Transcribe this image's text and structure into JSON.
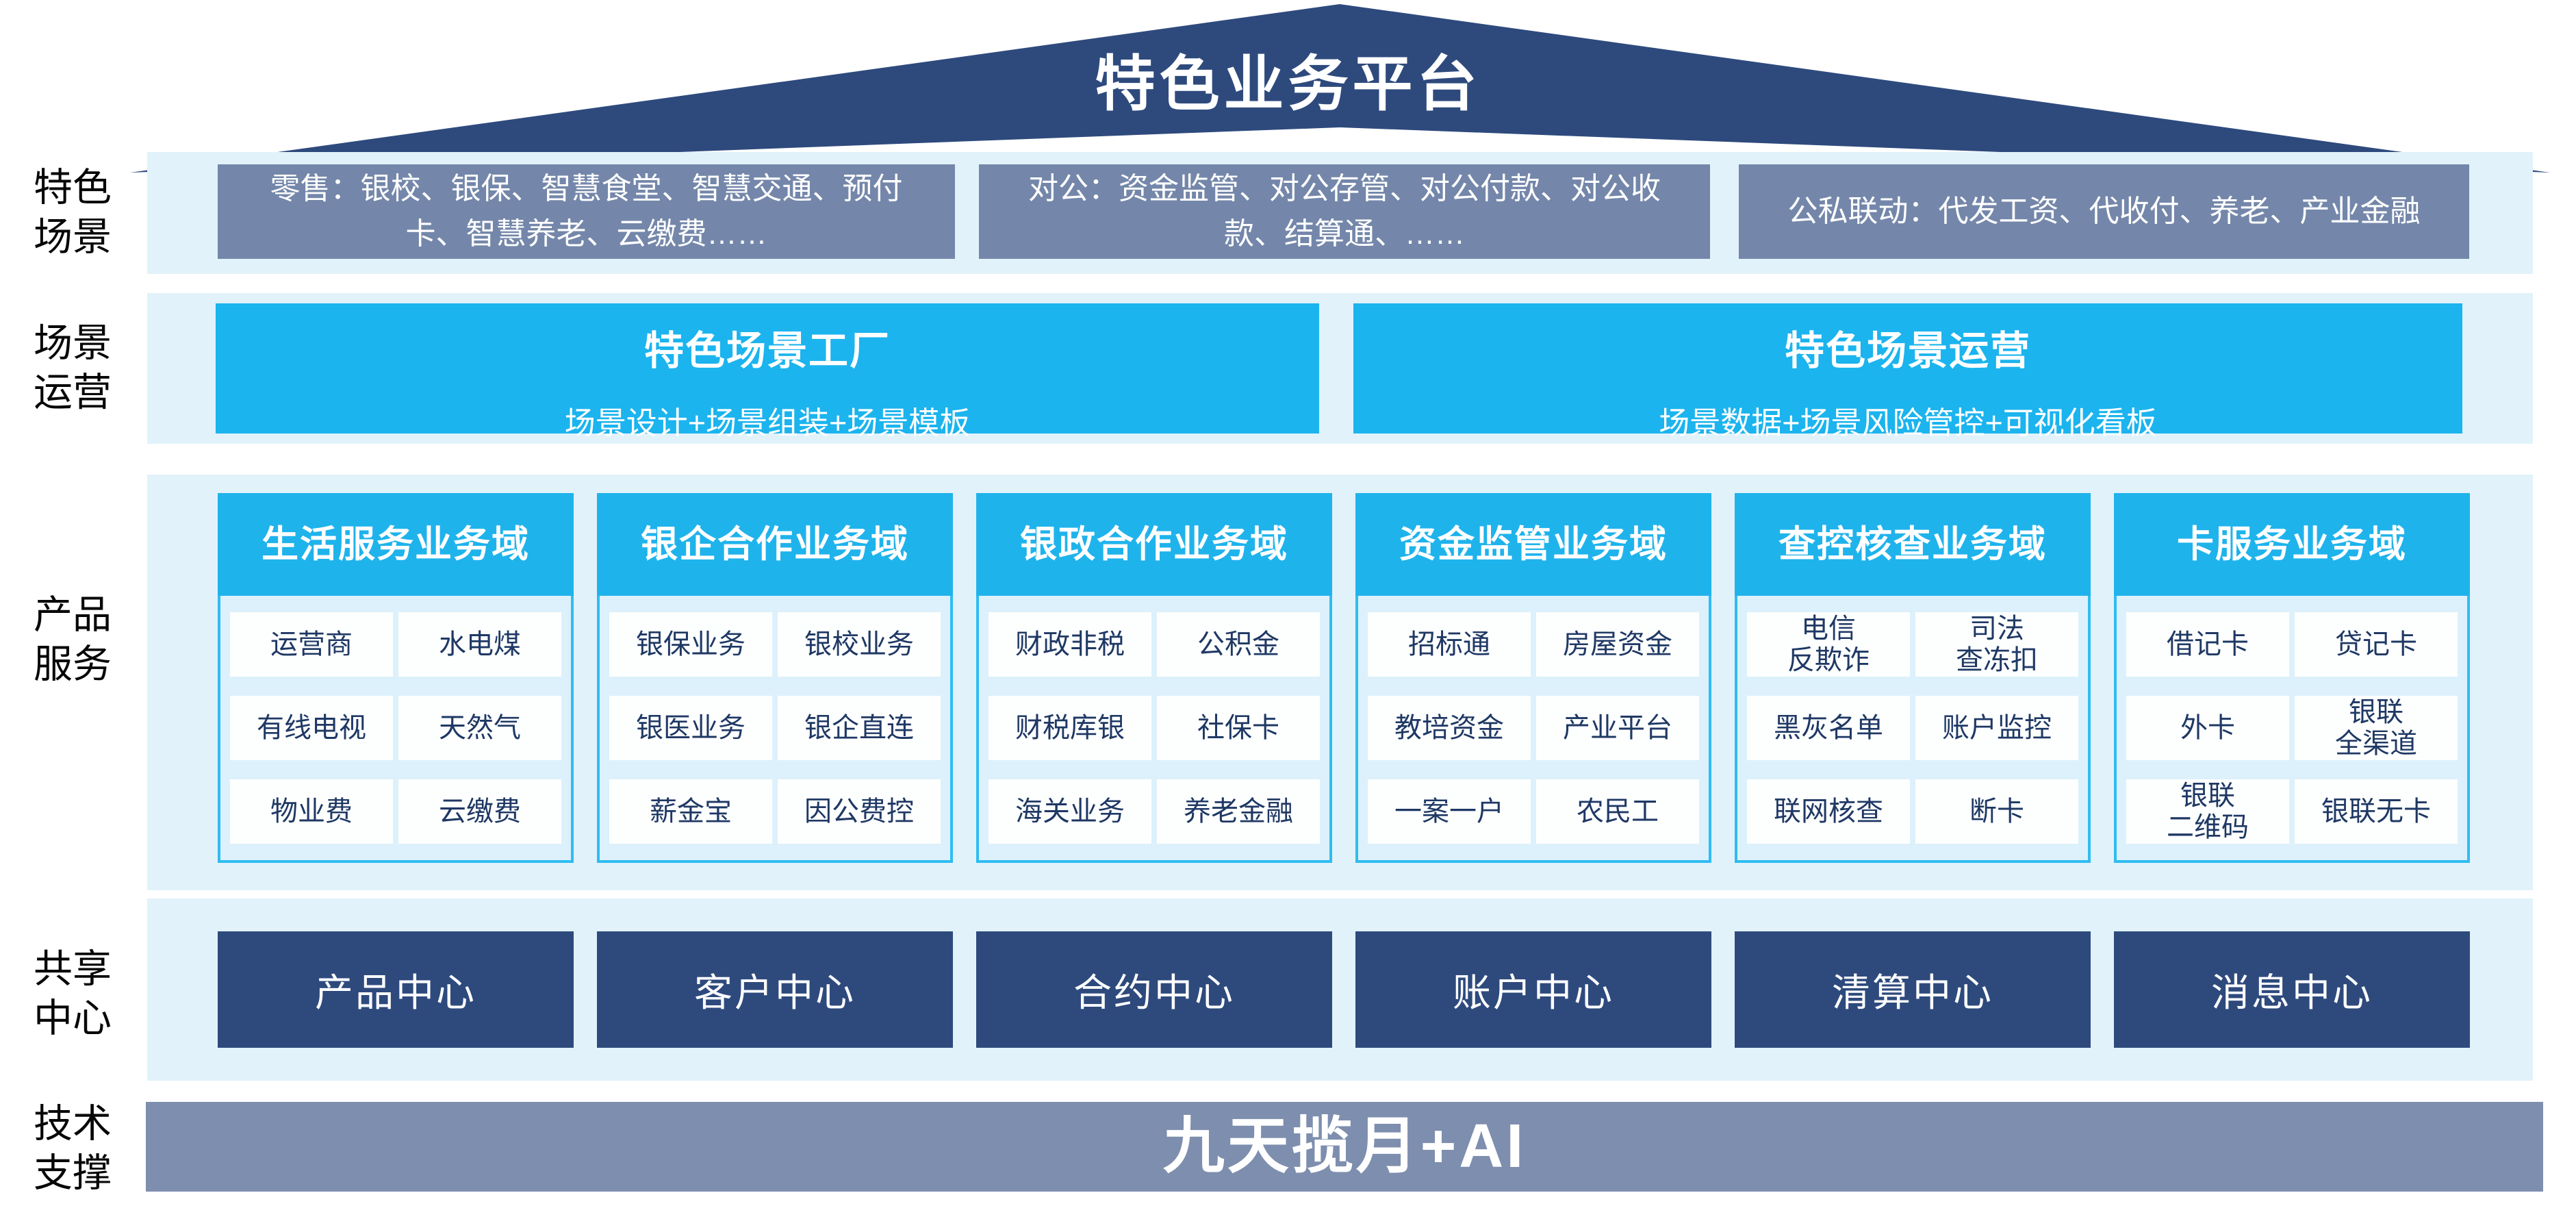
{
  "title": "特色业务平台",
  "colors": {
    "roof_navy": "#2E4A7D",
    "slate_blue_box": "#7487AA",
    "band_light_blue": "#E1F2FA",
    "cyan_box": "#1BB4EE",
    "column_header_cyan": "#1FB3EC",
    "column_body_blue": "#DCF1FB",
    "column_border_cyan": "#2FBCF2",
    "cell_text_navy": "#1F3864",
    "center_box_navy": "#2E4A7D",
    "tech_bar_blue_gray": "#7E8EAE"
  },
  "side_labels": {
    "scenarios": {
      "line1": "特色",
      "line2": "场景"
    },
    "operations": {
      "line1": "场景",
      "line2": "运营"
    },
    "products": {
      "line1": "产品",
      "line2": "服务"
    },
    "shared": {
      "line1": "共享",
      "line2": "中心"
    },
    "tech": {
      "line1": "技术",
      "line2": "支撑"
    }
  },
  "scenario_row": {
    "boxes": [
      {
        "text": "零售：银校、银保、智慧食堂、智慧交通、预付卡、智慧养老、云缴费……"
      },
      {
        "text": "对公：资金监管、对公存管、对公付款、对公收款、结算通、……"
      },
      {
        "text": "公私联动：代发工资、代收付、养老、产业金融"
      }
    ]
  },
  "operation_row": {
    "factory": {
      "title": "特色场景工厂",
      "subtitle": "场景设计+场景组装+场景模板"
    },
    "operation": {
      "title": "特色场景运营",
      "subtitle": "场景数据+场景风险管控+可视化看板"
    }
  },
  "product_row": {
    "columns": [
      {
        "header": "生活服务业务域",
        "cells": [
          "运营商",
          "水电煤",
          "有线电视",
          "天然气",
          "物业费",
          "云缴费"
        ]
      },
      {
        "header": "银企合作业务域",
        "cells": [
          "银保业务",
          "银校业务",
          "银医业务",
          "银企直连",
          "薪金宝",
          "因公费控"
        ]
      },
      {
        "header": "银政合作业务域",
        "cells": [
          "财政非税",
          "公积金",
          "财税库银",
          "社保卡",
          "海关业务",
          "养老金融"
        ]
      },
      {
        "header": "资金监管业务域",
        "cells": [
          "招标通",
          "房屋资金",
          "教培资金",
          "产业平台",
          "一案一户",
          "农民工"
        ]
      },
      {
        "header": "查控核查业务域",
        "cells": [
          "电信\n反欺诈",
          "司法\n查冻扣",
          "黑灰名单",
          "账户监控",
          "联网核查",
          "断卡"
        ]
      },
      {
        "header": "卡服务业务域",
        "cells": [
          "借记卡",
          "贷记卡",
          "外卡",
          "银联\n全渠道",
          "银联\n二维码",
          "银联无卡"
        ]
      }
    ]
  },
  "shared_row": {
    "centers": [
      "产品中心",
      "客户中心",
      "合约中心",
      "账户中心",
      "清算中心",
      "消息中心"
    ]
  },
  "tech_row": {
    "bar": "九天揽月+AI"
  }
}
